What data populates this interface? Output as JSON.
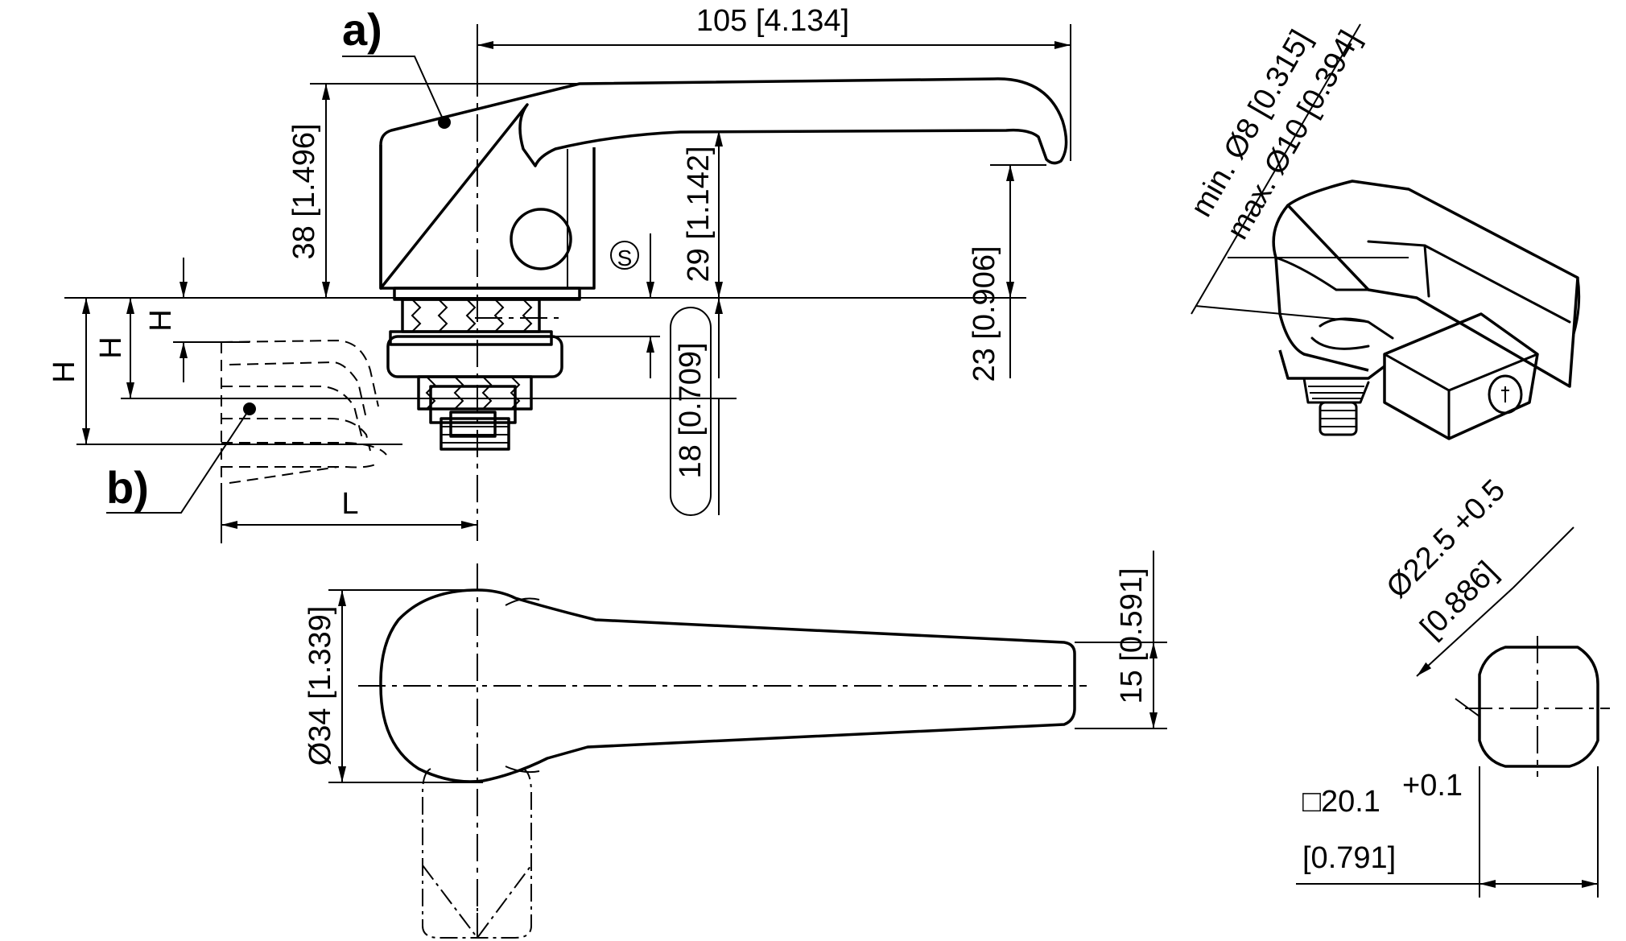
{
  "labels": {
    "callout_a": "a)",
    "callout_b": "b)",
    "dim_length": "105 [4.134]",
    "dim_total_height": "38 [1.496]",
    "dim_handle_height": "29 [1.142]",
    "dim_handle_offset": "23 [0.906]",
    "dim_max_thickness": "18 [0.709]",
    "dim_s": "S",
    "dim_h1": "H",
    "dim_h2": "H",
    "dim_h3": "H",
    "dim_l": "L",
    "dim_diameter_34": "Ø34 [1.339]",
    "dim_width_15": "15 [0.591]",
    "dim_shackle_min": "min. Ø8 [0.315]",
    "dim_shackle_max": "max. Ø10 [0.394]",
    "dim_cutout_dia": "Ø22.5 +0.5",
    "dim_cutout_dia_inch": "[0.886]",
    "dim_cutout_square_value": "□20.1",
    "dim_cutout_square_tol": "+0.1",
    "dim_cutout_square_inch": "[0.791]"
  }
}
